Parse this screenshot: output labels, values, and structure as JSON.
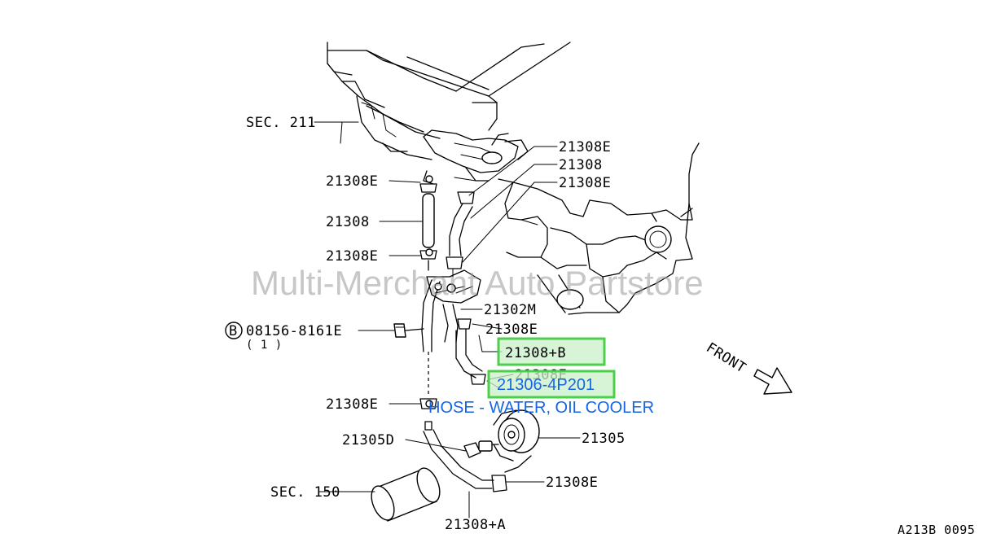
{
  "watermark": "Multi-Merchant Auto Partstore",
  "figure_code": "A213B 0095",
  "front_label": "FRONT",
  "bolt_symbol": "B",
  "bolt_qty": "( 1 )",
  "labels": {
    "sec211": "SEC. 211",
    "e_top_left": "21308E",
    "hose_left": "21308",
    "e_mid_left": "21308E",
    "bolt": "08156-8161E",
    "e_low_left": "21308E",
    "d": "21305D",
    "sec150": "SEC. 150",
    "plus_a": "21308+A",
    "e_top_right": "21308E",
    "hose_right": "21308",
    "e_right2": "21308E",
    "m": "21302M",
    "e_right3": "21308E",
    "e_right4": "21308E",
    "cooler": "21305",
    "e_bottom_right": "21308E"
  },
  "highlight": {
    "part_b": "21308+B",
    "part_number": "21306-4P201",
    "description": "HOSE - WATER, OIL COOLER",
    "color": "#4ccf4c",
    "text_color": "#1565e6"
  }
}
